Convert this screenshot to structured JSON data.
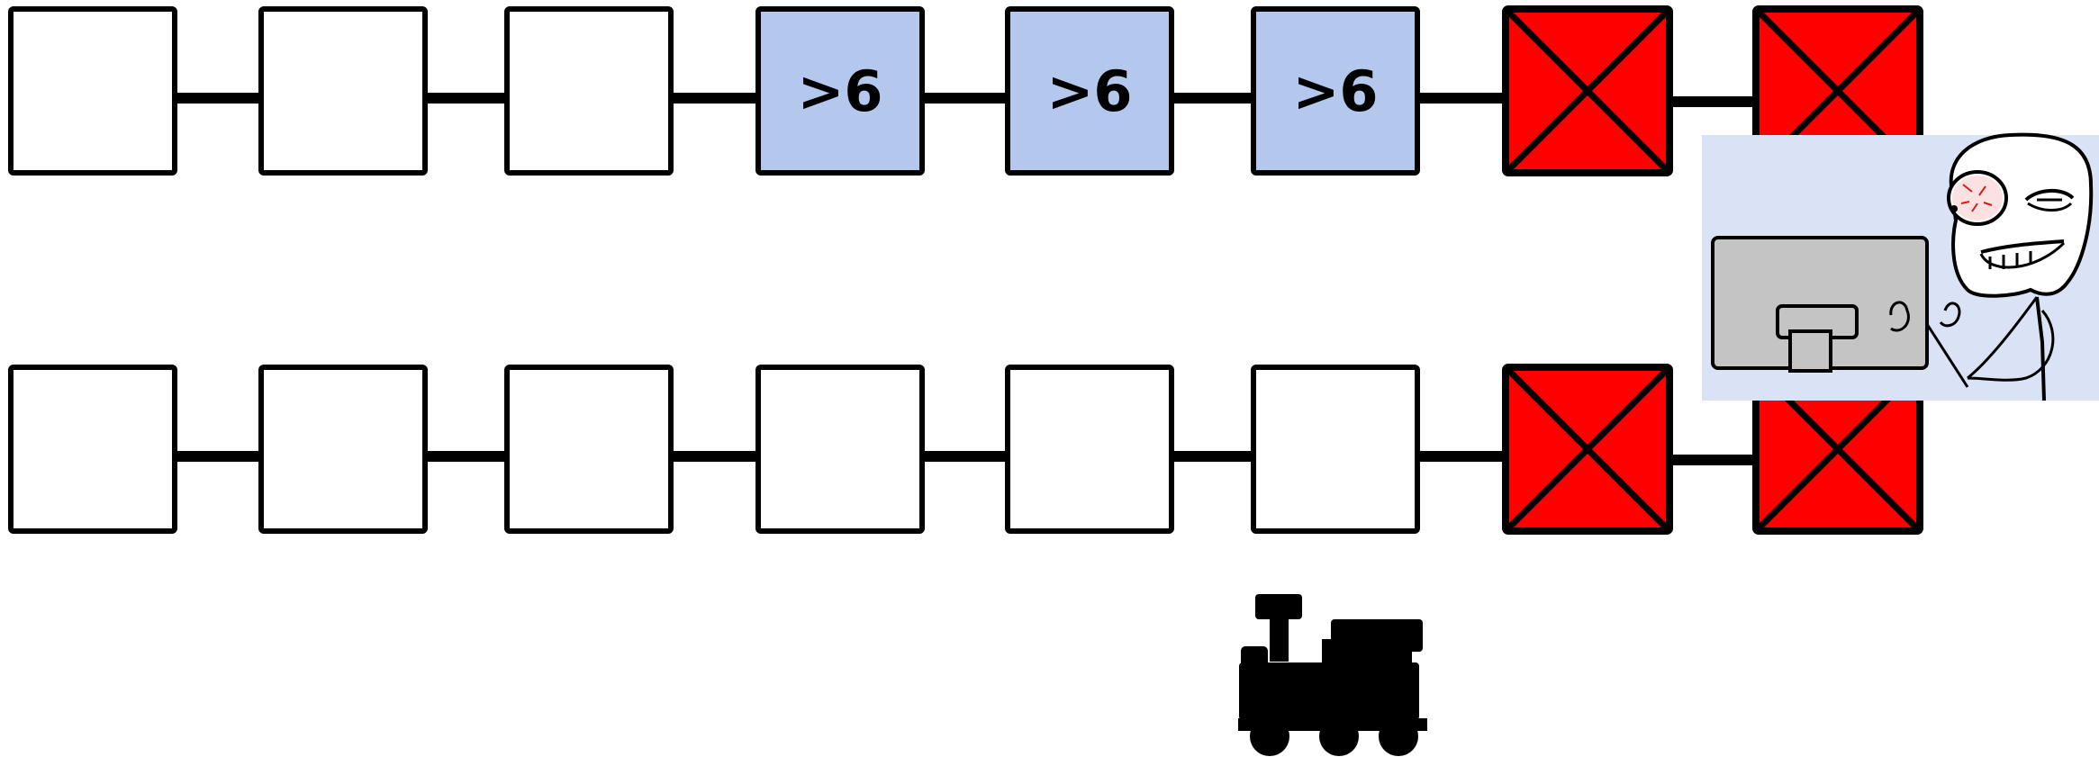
{
  "colors": {
    "background": "#ffffff",
    "box_border": "#000000",
    "box_empty_fill": "#ffffff",
    "box_highlight_fill": "#b4c8ee",
    "box_blocked_fill": "#ff0000",
    "connector": "#000000",
    "figure_panel": "#d9e3f5",
    "monitor_fill": "#c4c4c4",
    "train_fill": "#000000"
  },
  "rows": [
    {
      "boxes": [
        {
          "state": "empty",
          "label": ""
        },
        {
          "state": "empty",
          "label": ""
        },
        {
          "state": "empty",
          "label": ""
        },
        {
          "state": "highlight",
          "label": ">6"
        },
        {
          "state": "highlight",
          "label": ">6"
        },
        {
          "state": "highlight",
          "label": ">6"
        },
        {
          "state": "blocked",
          "label": ""
        },
        {
          "state": "blocked",
          "label": ""
        }
      ]
    },
    {
      "boxes": [
        {
          "state": "empty",
          "label": ""
        },
        {
          "state": "empty",
          "label": ""
        },
        {
          "state": "empty",
          "label": ""
        },
        {
          "state": "empty",
          "label": ""
        },
        {
          "state": "empty",
          "label": ""
        },
        {
          "state": "empty",
          "label": ""
        },
        {
          "state": "blocked",
          "label": ""
        },
        {
          "state": "blocked",
          "label": ""
        }
      ]
    }
  ],
  "icons": {
    "figure": "stickman-at-computer-icon",
    "train": "locomotive-icon"
  }
}
